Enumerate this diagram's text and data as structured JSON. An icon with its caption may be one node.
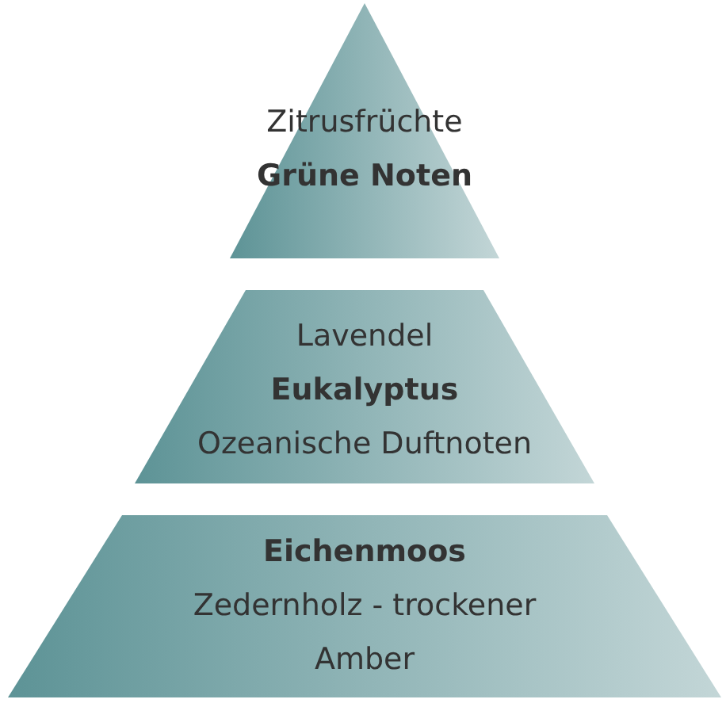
{
  "diagram": {
    "nodes": [
      {
        "text": [
          "Zitrusfrüchte",
          "Grüne Noten"
        ]
      },
      {
        "text": [
          "Lavendel",
          "Eukalyptus",
          "Ozeanische Duftnoten"
        ]
      },
      {
        "text": [
          "Eichenmoos",
          "Zedernholz - trockener Amber"
        ]
      }
    ]
  }
}
